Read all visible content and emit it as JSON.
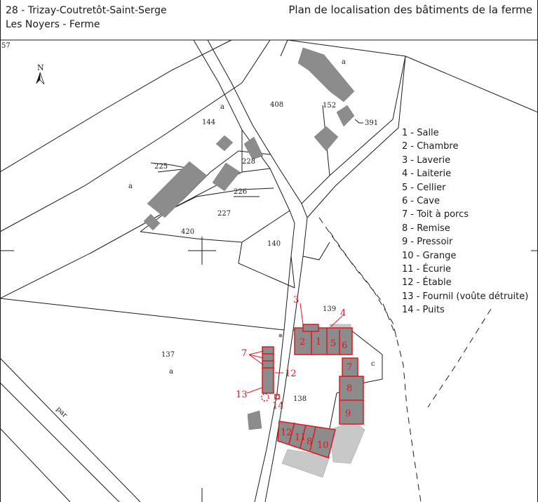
{
  "header": {
    "location_line": "28 - Trizay-Coutretôt-Saint-Serge",
    "site_line": "Les Noyers - Ferme",
    "title": "Plan de localisation des bâtiments de la ferme"
  },
  "map": {
    "sheet_number": "57",
    "north_label": "N",
    "parcels": [
      "144",
      "408",
      "152",
      "391",
      "225",
      "228",
      "226",
      "227",
      "420",
      "140",
      "139",
      "137",
      "138"
    ],
    "parcel_letters": [
      "a",
      "a",
      "a",
      "a",
      "c"
    ],
    "road_label": "par",
    "building_numbers": [
      "1",
      "2",
      "3",
      "4",
      "5",
      "6",
      "7",
      "8",
      "9",
      "10",
      "11",
      "12",
      "13",
      "14",
      "7",
      "8",
      "9",
      "10",
      "11",
      "12",
      "13",
      "14"
    ]
  },
  "legend": {
    "items": [
      "1 - Salle",
      "2 - Chambre",
      "3 - Laverie",
      "4 - Laiterie",
      "5 - Cellier",
      "6 - Cave",
      "7 - Toit à porcs",
      "8 - Remise",
      "9 - Pressoir",
      "10 - Grange",
      "11 - Écurie",
      "12 - Étable",
      "13 - Fournil (voûte détruite)",
      "14 - Puits"
    ]
  },
  "colors": {
    "building_fill": "#8c8c8c",
    "light_building_fill": "#c8c8c8",
    "highlight": "#e0161c",
    "line": "#1a1a1a"
  }
}
